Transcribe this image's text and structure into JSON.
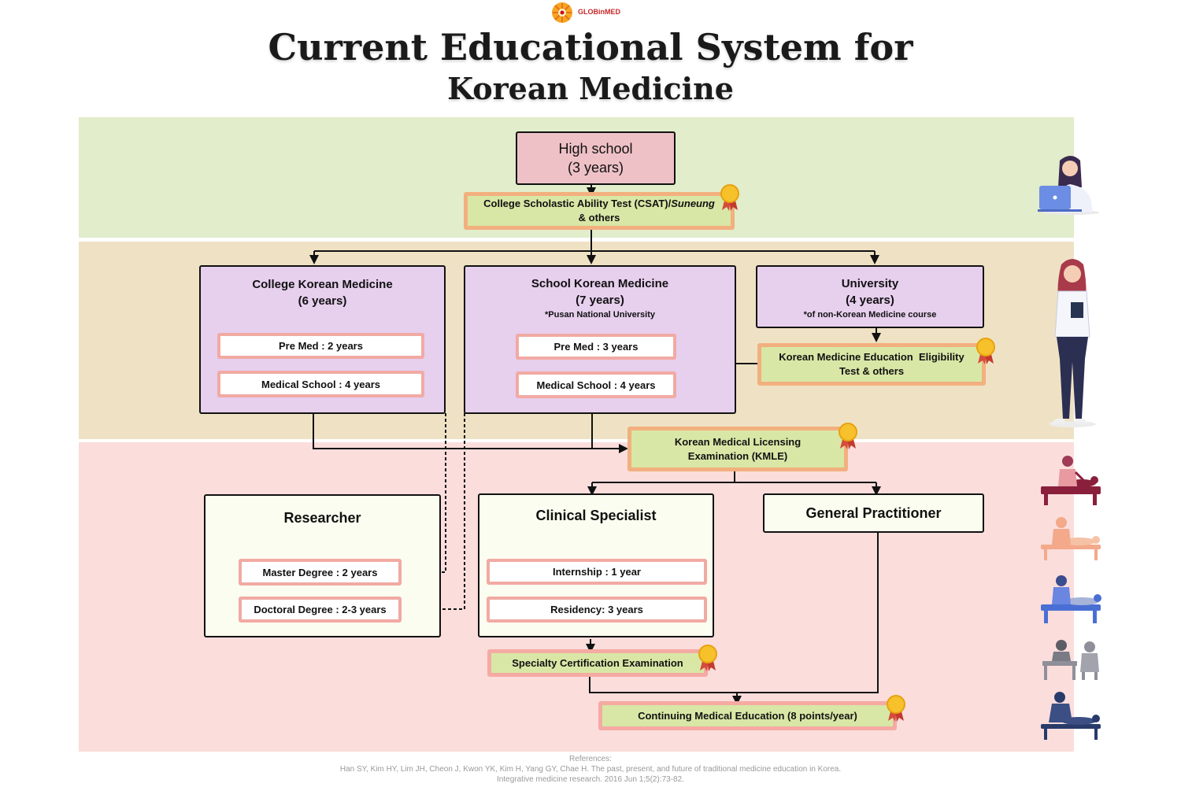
{
  "logo": {
    "text": "GLOBinMED"
  },
  "title": {
    "line1": "Current Educational System for",
    "line2": "Korean Medicine"
  },
  "high_school": {
    "name": "High school",
    "duration": "(3 years)"
  },
  "csat": {
    "label_main": "College Scholastic Ability Test (CSAT)/",
    "label_italic": "Suneung",
    "label_line2": "& others"
  },
  "college": {
    "name": "College Korean Medicine",
    "duration": "(6 years)",
    "premed": "Pre Med : 2 years",
    "medschool": "Medical School : 4 years"
  },
  "school": {
    "name": "School Korean Medicine",
    "duration": "(7 years)",
    "note": "*Pusan National University",
    "premed": "Pre Med : 3 years",
    "medschool": "Medical School : 4 years"
  },
  "university": {
    "name": "University",
    "duration": "(4 years)",
    "note": "*of non-Korean Medicine course"
  },
  "eligibility": {
    "line1": "Korean Medicine Education  Eligibility",
    "line2": "Test & others"
  },
  "kmle": {
    "line1": "Korean Medical Licensing",
    "line2": "Examination (KMLE)"
  },
  "researcher": {
    "name": "Researcher",
    "master": "Master Degree : 2 years",
    "doctoral": "Doctoral Degree : 2-3 years"
  },
  "clinical": {
    "name": "Clinical Specialist",
    "internship": "Internship : 1 year",
    "residency": "Residency: 3 years"
  },
  "gp": {
    "name": "General Practitioner"
  },
  "specialty_exam": {
    "label": "Specialty Certification Examination"
  },
  "cme": {
    "label": "Continuing Medical Education (8 points/year)"
  },
  "references": {
    "heading": "References:",
    "line1": "Han SY, Kim HY, Lim JH, Cheon J, Kwon YK, Kim H, Yang GY, Chae H. The past, present, and future of traditional medicine education in Korea.",
    "line2": "Integrative medicine research. 2016 Jun 1;5(2):73-82."
  },
  "colors": {
    "band_green": "#e1edcb",
    "band_tan": "#efe2c4",
    "band_pink": "#fbdddc",
    "box_pink": "#eec1c6",
    "box_purple": "#e7cfee",
    "box_cream": "#fbfdf0",
    "exam_fill": "#d8e7a6",
    "exam_border": "#f2b07e",
    "inner_border": "#f1aaa3"
  },
  "icons": [
    "sun-logo-icon",
    "student-laptop-icon",
    "doctor-woman-icon",
    "acupuncture-icon",
    "massage-icon",
    "cupping-icon",
    "consultation-icon",
    "chiropractic-icon",
    "award-ribbon-icon"
  ]
}
